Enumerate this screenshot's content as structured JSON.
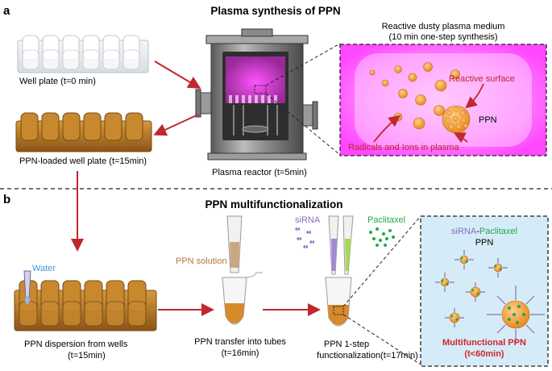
{
  "panel_a": {
    "letter": "a",
    "title": "Plasma synthesis of PPN",
    "well_plate_label": "Well plate (t=0 min)",
    "loaded_plate_label": "PPN-loaded well plate (t=15min)",
    "reactor_label": "Plasma reactor (t=5min)",
    "medium_title_1": "Reactive dusty plasma medium",
    "medium_title_2": "(10 min one-step synthesis)",
    "reactive_surface_label": "Reactive surface",
    "ppn_label": "PPN",
    "radicals_label": "Radicals and Ions in plasma"
  },
  "panel_b": {
    "letter": "b",
    "title": "PPN multifunctionalization",
    "water_label": "Water",
    "ppn_solution_label": "PPN solution",
    "sirna_label": "siRNA",
    "paclitaxel_label": "Paclitaxel",
    "dispersion_label_1": "PPN dispersion from wells",
    "dispersion_label_2": "(t=15min)",
    "transfer_label_1": "PPN transfer into tubes",
    "transfer_label_2": "(t=16min)",
    "func_label_1": "PPN 1-step",
    "func_label_2": "functionalization(t=17min)",
    "box_sirna": "siRNA",
    "box_dash": "-",
    "box_paclitaxel": "Paclitaxel",
    "box_ppn": "PPN",
    "multi_label_1": "Multifunctional PPN",
    "multi_label_2": "(t<60min)"
  },
  "colors": {
    "arrow": "#c0282d",
    "plasma": "#ff33ff",
    "particle": "#f2a33a",
    "sirna": "#8a6bbf",
    "paclitaxel": "#22a84a",
    "water": "#3c9be0",
    "ppn_solution": "#b07a3c",
    "multi_text": "#d0262b",
    "box_fill": "#d5ecf8"
  }
}
